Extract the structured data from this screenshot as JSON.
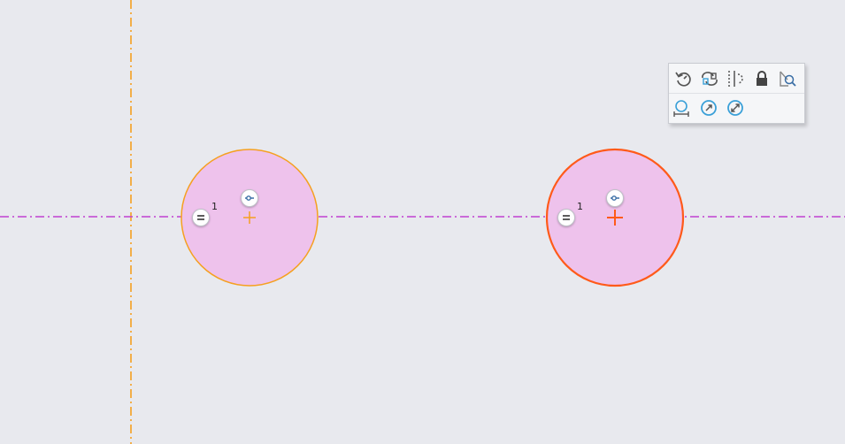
{
  "sketch": {
    "horizontal_centerline_color": "#c040d0",
    "vertical_centerline_color": "#f5a020",
    "circles": [
      {
        "name": "circle-left",
        "stroke": "#f5a020",
        "fill": "#eec2ec",
        "center_mark_color": "#f5a020",
        "selected": false
      },
      {
        "name": "circle-right",
        "stroke": "#ff5a1a",
        "fill": "#eec2ec",
        "center_mark_color": "#ff5a1a",
        "selected": true
      }
    ],
    "constraints": [
      {
        "type": "equal",
        "icon": "equal-icon",
        "index_label": "1"
      },
      {
        "type": "equal",
        "icon": "equal-icon",
        "index_label": "1"
      }
    ],
    "point_on_entity_icon": "point-on-line-icon"
  },
  "toolbar": {
    "row1": [
      {
        "name": "rotate-icon",
        "tooltip": ""
      },
      {
        "name": "mirror-icon",
        "tooltip": ""
      },
      {
        "name": "symmetric-icon",
        "tooltip": ""
      },
      {
        "name": "lock-icon",
        "tooltip": ""
      },
      {
        "name": "zoom-fit-icon",
        "tooltip": ""
      }
    ],
    "row2": [
      {
        "name": "dimension-diameter-icon",
        "tooltip": ""
      },
      {
        "name": "radius-icon",
        "tooltip": ""
      },
      {
        "name": "diameter-icon",
        "tooltip": ""
      }
    ],
    "accent": "#3aa0d8",
    "icon_color": "#555555"
  }
}
